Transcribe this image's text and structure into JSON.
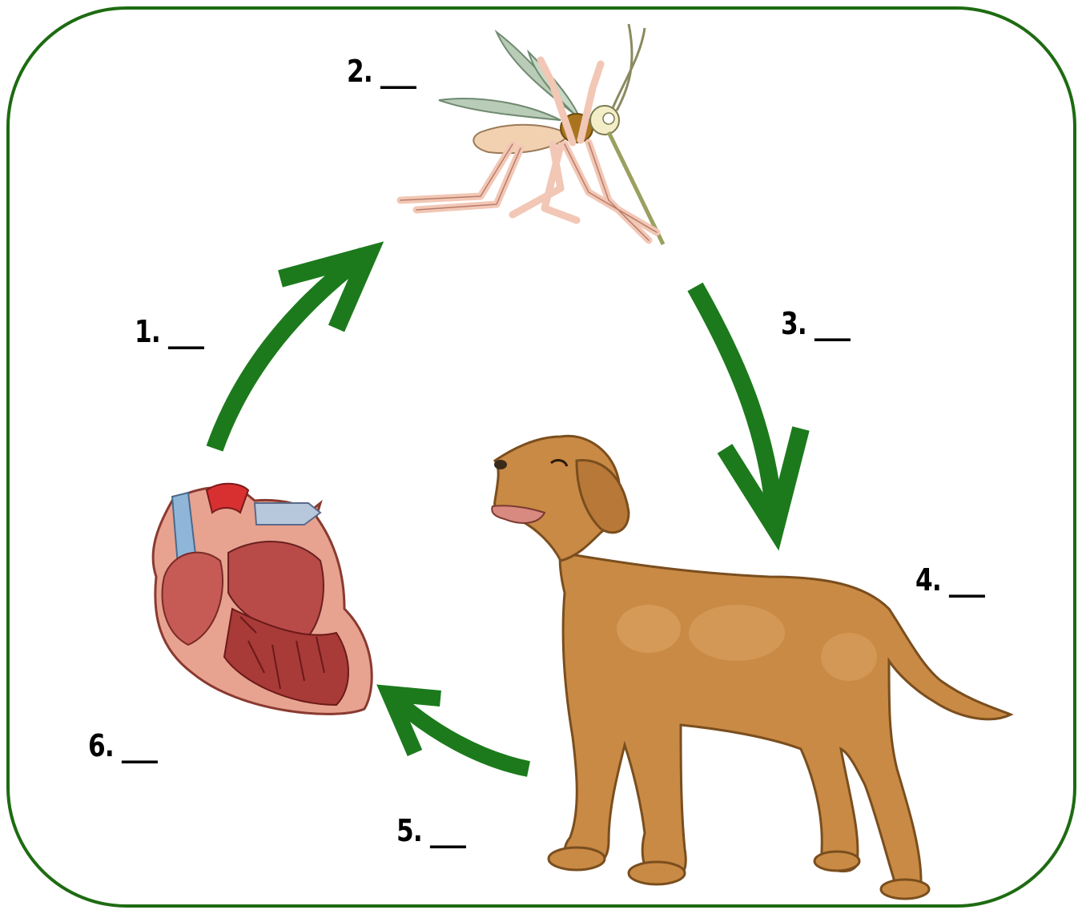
{
  "labels": [
    {
      "id": "1",
      "text": "1. ___"
    },
    {
      "id": "2",
      "text": "2. ___"
    },
    {
      "id": "3",
      "text": "3. ___"
    },
    {
      "id": "4",
      "text": "4. ___"
    },
    {
      "id": "5",
      "text": "5. ___"
    },
    {
      "id": "6",
      "text": "6. ___"
    }
  ],
  "colors": {
    "frame": "#1e6b12",
    "arrow": "#1c7a1c",
    "dog": "#c98a45",
    "heart": "#c85a55",
    "mosquito_legs": "#f2c7b5"
  },
  "icons": [
    "mosquito-icon",
    "dog-icon",
    "heart-icon",
    "arrow-icon"
  ]
}
